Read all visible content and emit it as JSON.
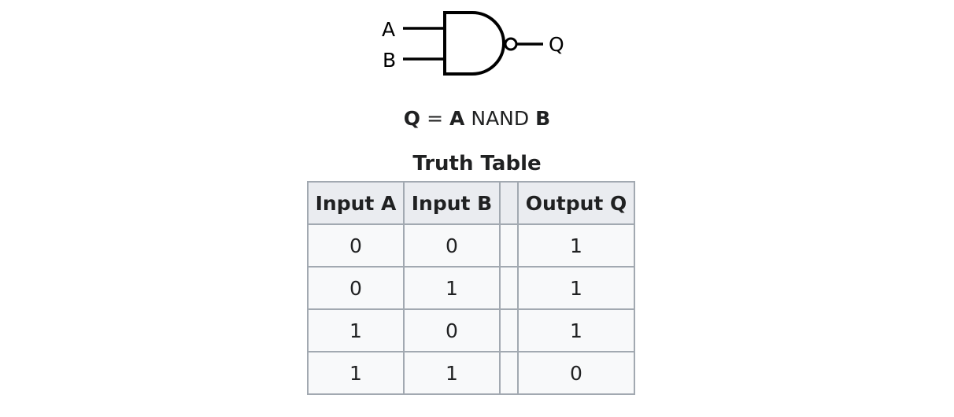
{
  "gate": {
    "input_a_label": "A",
    "input_b_label": "B",
    "output_label": "Q"
  },
  "formula": {
    "lhs": "Q",
    "equals": "=",
    "operand_a": "A",
    "operator": "NAND",
    "operand_b": "B"
  },
  "table": {
    "caption": "Truth Table",
    "headers": {
      "input_a": "Input A",
      "input_b": "Input B",
      "separator": "",
      "output_q": "Output Q"
    },
    "rows": [
      {
        "a": "0",
        "b": "0",
        "q": "1"
      },
      {
        "a": "0",
        "b": "1",
        "q": "1"
      },
      {
        "a": "1",
        "b": "0",
        "q": "1"
      },
      {
        "a": "1",
        "b": "1",
        "q": "0"
      }
    ]
  }
}
